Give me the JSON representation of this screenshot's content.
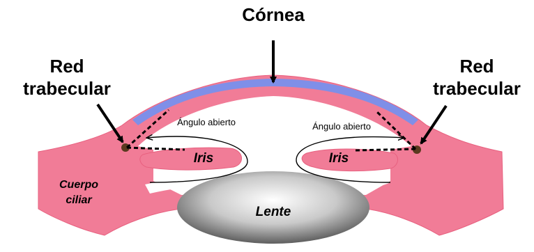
{
  "labels": {
    "cornea": "Córnea",
    "trabecular_left_1": "Red",
    "trabecular_left_2": "trabecular",
    "trabecular_right_1": "Red",
    "trabecular_right_2": "trabecular",
    "angle_left": "Ángulo abierto",
    "angle_right": "Ángulo abierto",
    "iris_left": "Iris",
    "iris_right": "Iris",
    "ciliary_1": "Cuerpo",
    "ciliary_2": "ciliar",
    "lens": "Lente"
  },
  "colors": {
    "tissue": "#f17c97",
    "tissue_edge": "#e8607f",
    "cornea_inner": "#7f8fe8",
    "lens_dark": "#6c6c6c",
    "lens_light": "#ffffff"
  }
}
